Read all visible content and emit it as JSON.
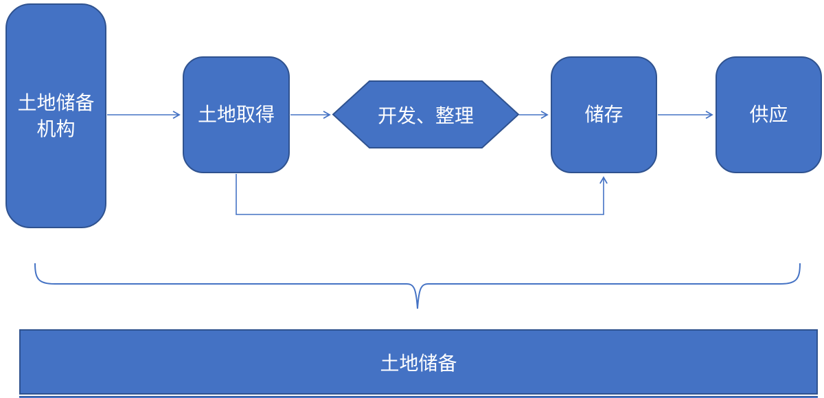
{
  "diagram": {
    "nodes": {
      "agency": {
        "lines": [
          "土地储备",
          "机构"
        ]
      },
      "acquisition": {
        "label": "土地取得"
      },
      "development": {
        "label": "开发、整理"
      },
      "storage": {
        "label": "储存"
      },
      "supply": {
        "label": "供应"
      }
    },
    "banner": {
      "label": "土地储备"
    },
    "connectors": [
      {
        "name": "agency-to-acquisition"
      },
      {
        "name": "acquisition-to-development"
      },
      {
        "name": "development-to-storage"
      },
      {
        "name": "storage-to-supply"
      },
      {
        "name": "acquisition-feedback-to-storage"
      }
    ]
  },
  "colors": {
    "shape_fill": "#4472C4",
    "shape_border": "#2F528F",
    "connector": "#4472C4",
    "label_text": "#FFFFFF",
    "canvas_bg": "#FFFFFF"
  }
}
